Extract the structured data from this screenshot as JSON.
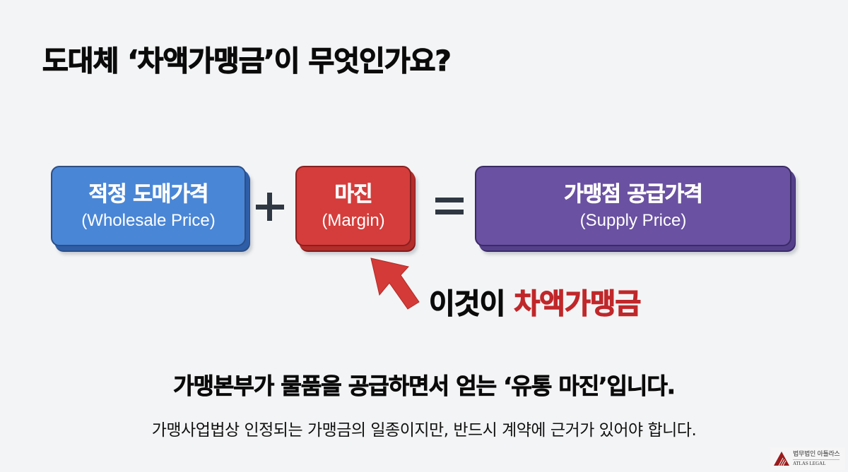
{
  "title": {
    "text": "도대체 ‘차액가맹금’이 무엇인가요?"
  },
  "equation": {
    "term1": {
      "korean": "적정 도매가격",
      "english": "(Wholesale Price)",
      "color": "#4a86d6"
    },
    "operator1": "+",
    "term2": {
      "korean": "마진",
      "english": "(Margin)",
      "color": "#d43d3b"
    },
    "operator2": "=",
    "result": {
      "korean": "가맹점 공급가격",
      "english": "(Supply Price)",
      "color": "#6a51a1"
    }
  },
  "callout": {
    "arrow_icon": "arrow-up-left-icon",
    "prefix": "이것이",
    "highlight": "차액가맹금",
    "highlight_color": "#c0272a"
  },
  "explanation": {
    "main": "가맹본부가 물품을 공급하면서 얻는 ‘유통 마진’입니다.",
    "sub": "가맹사업법상 인정되는 가맹금의 일종이지만, 반드시 계약에 근거가 있어야 합니다."
  },
  "logo": {
    "korean": "법무법인 아틀라스",
    "english": "ATLAS LEGAL",
    "color": "#9b1c1c"
  }
}
